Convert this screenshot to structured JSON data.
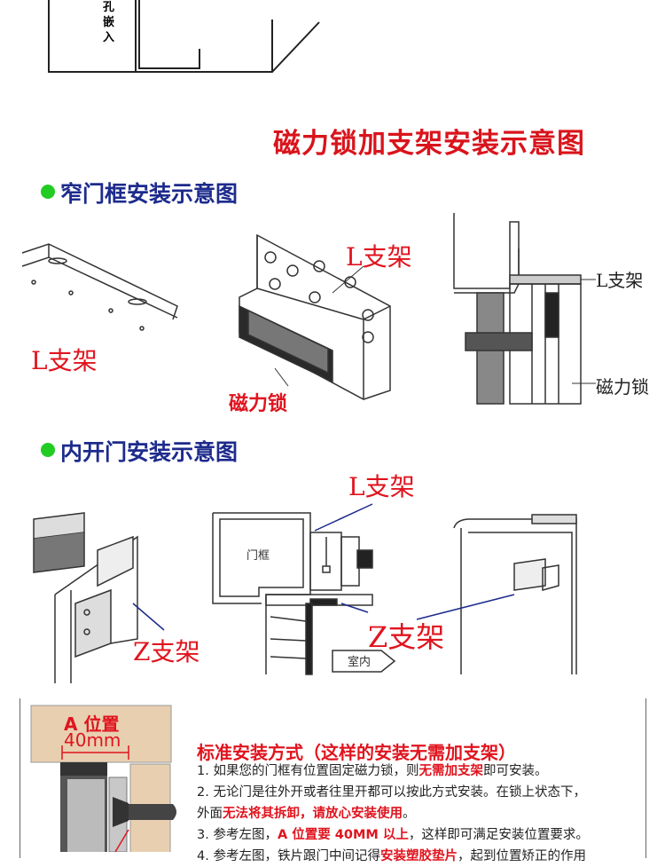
{
  "top": {
    "vertical_label": "孔嵌入"
  },
  "title": "磁力锁加支架安装示意图",
  "section1": {
    "heading": "窄门框安装示意图",
    "labels": {
      "l_bracket_left": "L支架",
      "l_bracket_mid": "L支架",
      "maglock_mid": "磁力锁",
      "l_bracket_right": "L支架",
      "maglock_right": "磁力锁"
    }
  },
  "section2": {
    "heading": "内开门安装示意图",
    "labels": {
      "z_bracket_left": "Z支架",
      "l_bracket_mid": "L支架",
      "door_frame": "门框",
      "z_bracket_mid": "Z支架",
      "indoor": "室内"
    }
  },
  "standard": {
    "diagram": {
      "a_position": "A 位置",
      "dimension": "40mm"
    },
    "heading": "标准安装方式（这样的安装无需加支架）",
    "lines": [
      {
        "a": "1. 如果您的门框有位置固定磁力锁，则",
        "b": "无需加支架",
        "c": "即可安装。"
      },
      {
        "a": "2. 无论门是往外开或者往里开都可以按此方式安装。在锁上状态下，",
        "b": "",
        "c": ""
      },
      {
        "a": "外面",
        "b": "无法将其拆卸，请放心安装使用",
        "c": "。"
      },
      {
        "a": "3. 参考左图，",
        "b": "A 位置要 40MM 以上",
        "c": "，这样即可满足安装位置要求。"
      },
      {
        "a": "4. 参考左图，铁片跟门中间记得",
        "b": "安装塑胶垫片",
        "c": "，起到位置矫正的作用"
      }
    ]
  },
  "colors": {
    "title_red": "#d9141c",
    "heading_blue": "#1d2b8c",
    "bullet_green": "#22cc22",
    "wood": "#e8cfb0"
  }
}
